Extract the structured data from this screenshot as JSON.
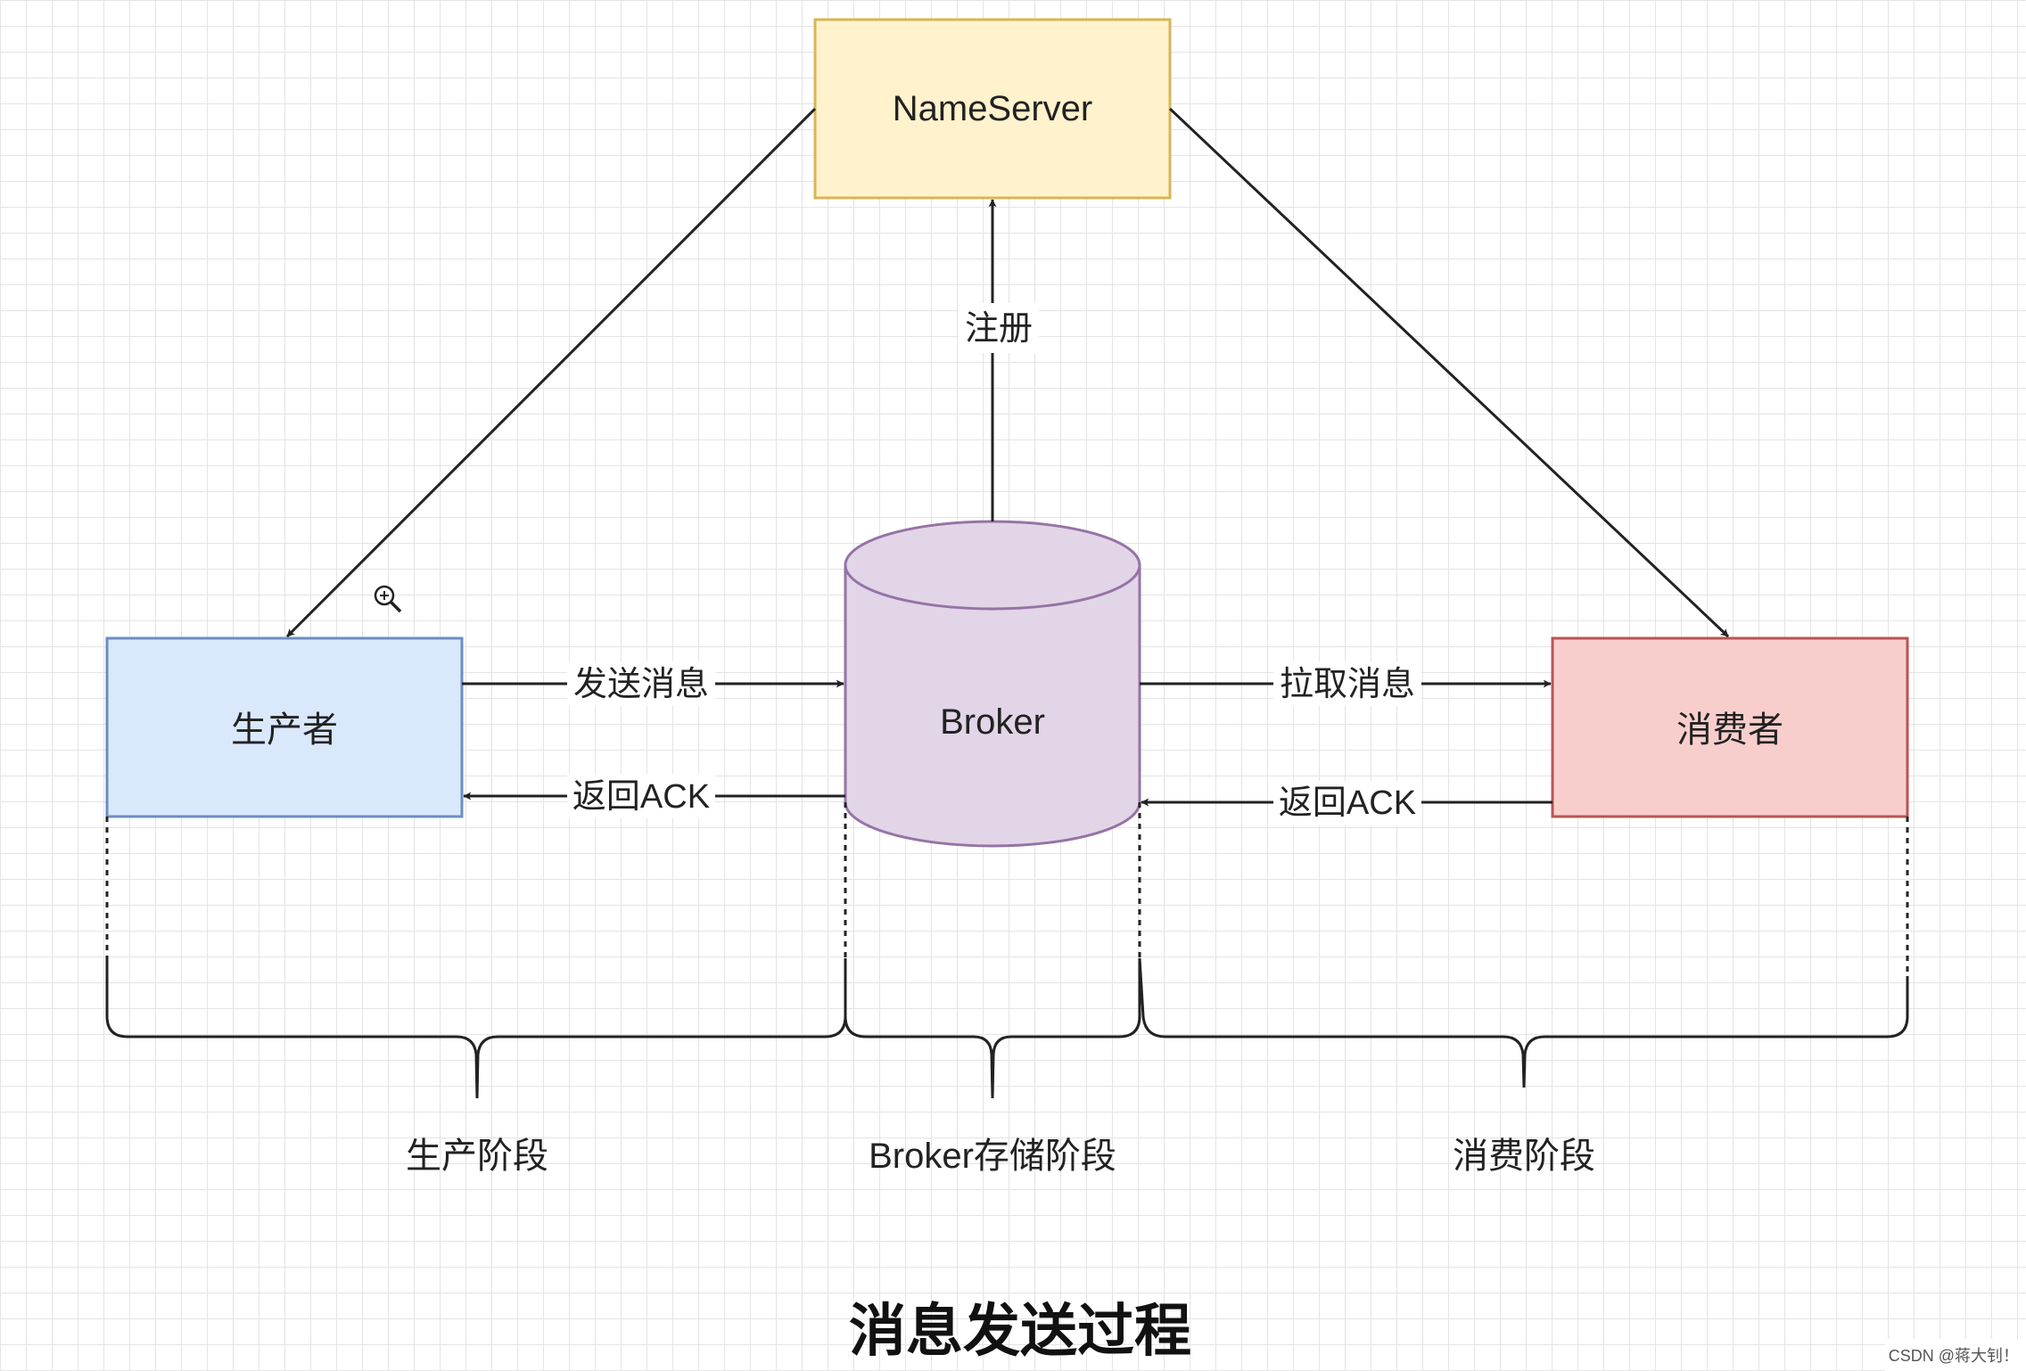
{
  "nodes": {
    "nameserver": {
      "label": "NameServer",
      "fill": "#fff2cc",
      "stroke": "#d6b656"
    },
    "producer": {
      "label": "生产者",
      "fill": "#dae8fc",
      "stroke": "#6c8ebf"
    },
    "broker": {
      "label": "Broker",
      "fill": "#e1d5e7",
      "stroke": "#9673a6"
    },
    "consumer": {
      "label": "消费者",
      "fill": "#f8cecc",
      "stroke": "#b85450"
    }
  },
  "edges": {
    "register": "注册",
    "send_message": "发送消息",
    "return_ack_producer": "返回ACK",
    "pull_message": "拉取消息",
    "return_ack_consumer": "返回ACK"
  },
  "phases": {
    "produce": "生产阶段",
    "broker_store": "Broker存储阶段",
    "consume": "消费阶段"
  },
  "title": "消息发送过程",
  "watermark": "CSDN @蒋大钊！"
}
